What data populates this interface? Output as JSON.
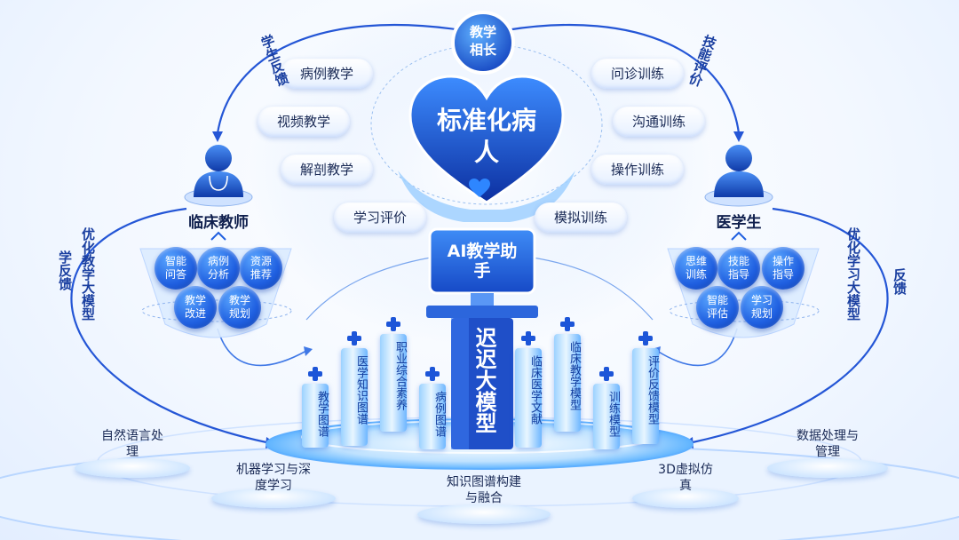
{
  "center": {
    "top_circle": "教学相长",
    "heart_title": "标准化病人",
    "ai_assistant": "AI教学助手",
    "big_model": "迟迟大模型"
  },
  "left_actor": {
    "label": "临床教师"
  },
  "right_actor": {
    "label": "医学生"
  },
  "arcs": {
    "top_left": "学生反馈",
    "top_right": "技能评价",
    "left_feedback": "学反馈",
    "left_optimize": "优化教学大模型",
    "right_optimize": "优化学习大模型",
    "right_feedback": "反馈"
  },
  "left_pills": [
    "病例教学",
    "视频教学",
    "解剖教学",
    "学习评价"
  ],
  "right_pills": [
    "问诊训练",
    "沟通训练",
    "操作训练",
    "模拟训练"
  ],
  "teacher_bubbles": [
    "智能问答",
    "病例分析",
    "资源推荐",
    "教学改进",
    "教学规划"
  ],
  "student_bubbles": [
    "思维训练",
    "技能指导",
    "操作指导",
    "智能评估",
    "学习规划"
  ],
  "columns": [
    "教学图谱",
    "医学知识图谱",
    "职业综合素养",
    "病例图谱",
    "临床医学文献",
    "临床教学模型",
    "训练模型",
    "评价反馈模型"
  ],
  "platforms": [
    "自然语言处理",
    "机器学习与深度学习",
    "知识图谱构建与融合",
    "3D虚拟仿真",
    "数据处理与管理"
  ],
  "colors": {
    "primary": "#1f5fe0",
    "dark": "#123fa8",
    "text": "#1a2a55",
    "light": "#e6f0ff"
  }
}
